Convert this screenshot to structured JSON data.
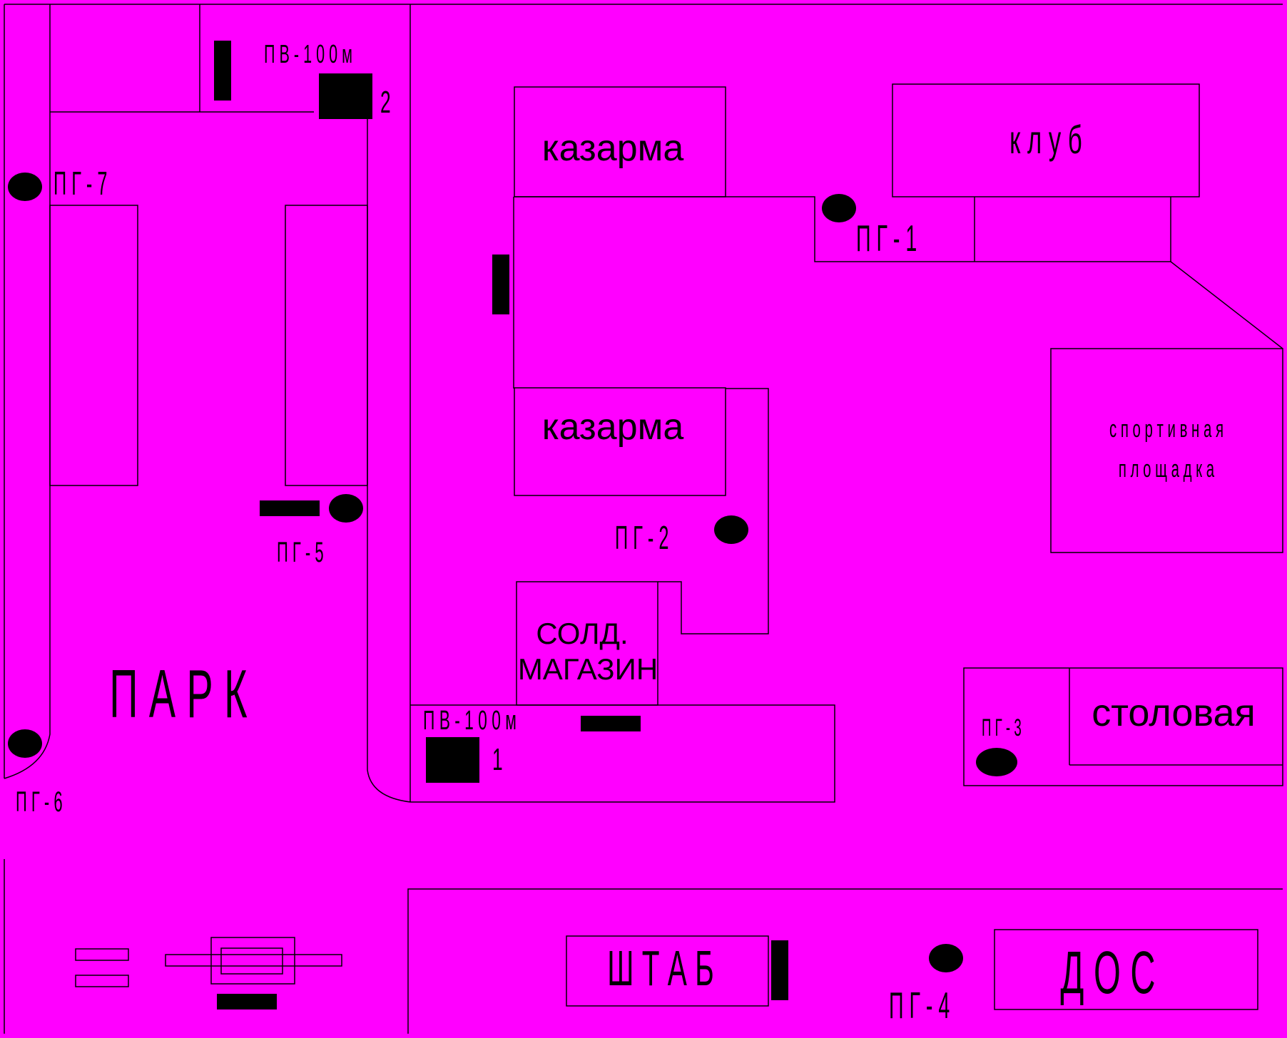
{
  "map": {
    "background_color": "#ff00ff",
    "line_color": "#000000",
    "buildings": {
      "barracks_top": "казарма",
      "club": "к л у б",
      "barracks_middle": "казарма",
      "sports_ground_line1": "с п о р т и в н а я",
      "sports_ground_line2": "п л о щ а д к а",
      "shop_line1": "СОЛД.",
      "shop_line2": "МАГАЗИН",
      "canteen": "столовая",
      "park": "П  А  Р  К",
      "hq": "Ш  Т  А  Б",
      "dos": "Д  О  С"
    },
    "hydrants": {
      "pg1": "П  Г - 1",
      "pg2": "П  Г - 2",
      "pg3": "П  Г - 3",
      "pg4": "П  Г - 4",
      "pg5": "П  Г - 5",
      "pg6": "П  Г - 6",
      "pg7": "П  Г - 7"
    },
    "reservoirs": {
      "pv_top_label": "П  В - 1 0 0  м",
      "pv_top_number": "2",
      "pv_bottom_label": "П  В - 1 0 0  м",
      "pv_bottom_number": "1"
    }
  }
}
